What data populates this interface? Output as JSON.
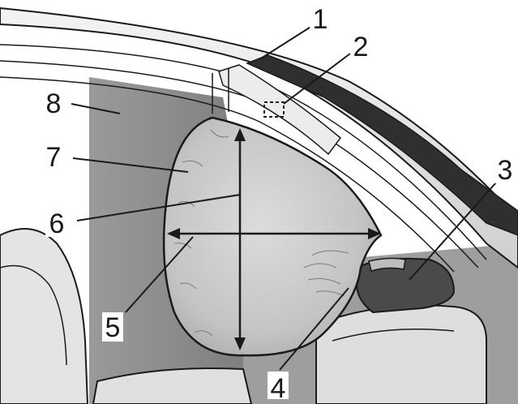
{
  "callouts": {
    "c1": "1",
    "c2": "2",
    "c3": "3",
    "c4": "4",
    "c5": "5",
    "c6": "6",
    "c7": "7",
    "c8": "8"
  },
  "colors": {
    "background": "#ffffff",
    "panel_gray": "#8f8f8f",
    "airbag_fill": "#c9c9c9",
    "trim_light": "#e6e6e6",
    "dark_strip": "#2f2f2f",
    "outline": "#1a1a1a"
  }
}
